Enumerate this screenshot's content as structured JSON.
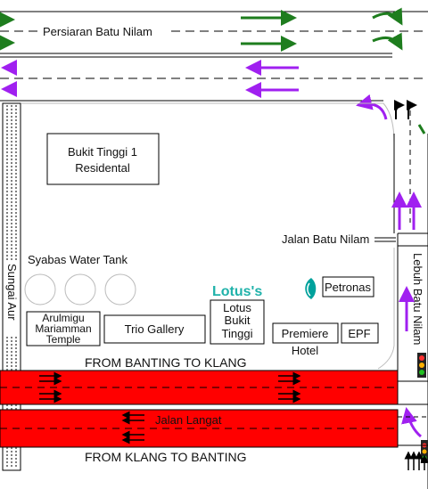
{
  "roads": {
    "top": "Persiaran Batu Nilam",
    "side_lane": "Jalan Batu Nilam",
    "vertical": "Lebuh Batu Nilam",
    "main": "Jalan Langat",
    "river": "Sungai Aur"
  },
  "directions": {
    "upper": "FROM BANTING TO KLANG",
    "lower": "FROM KLANG TO BANTING"
  },
  "places": {
    "bukit_tinggi": [
      "Bukit Tinggi 1",
      "Residental"
    ],
    "syabas": "Syabas Water Tank",
    "temple": [
      "Arulmigu",
      "Mariamman",
      "Temple"
    ],
    "trio": "Trio Gallery",
    "lotus": [
      "Lotus",
      "Bukit",
      "Tinggi"
    ],
    "premiere": "Premiere",
    "hotel": "Hotel",
    "epf": "EPF",
    "petronas": "Petronas"
  },
  "logos": {
    "lotus": "Lotus's"
  },
  "colors": {
    "green_arrow": "#1e7d1e",
    "purple_arrow": "#a020f0",
    "road_red": "#ff0000",
    "lotus_logo": "#20b2aa",
    "petronas_logo": "#00a19c"
  }
}
